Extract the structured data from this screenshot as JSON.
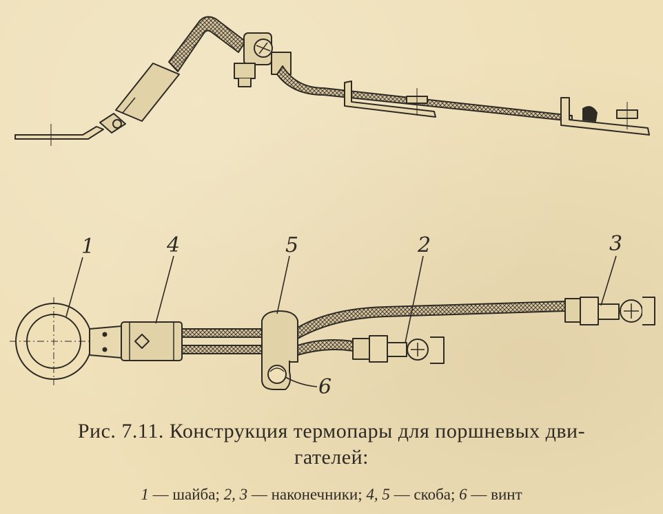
{
  "figure": {
    "caption_line1": "Рис. 7.11. Конструкция термопары для поршневых дви-",
    "caption_line2": "гателей:",
    "legend": [
      {
        "num": "1",
        "text": " — шайба; "
      },
      {
        "num": "2, 3",
        "text": " — наконечники; "
      },
      {
        "num": "4, 5",
        "text": " — скоба; "
      },
      {
        "num": "6",
        "text": " — винт"
      }
    ]
  },
  "callouts": {
    "c1": "1",
    "c4": "4",
    "c5": "5",
    "c2": "2",
    "c3": "3",
    "c6": "6"
  },
  "colors": {
    "paper": "#efe0b8",
    "ink": "#2e2a24"
  }
}
